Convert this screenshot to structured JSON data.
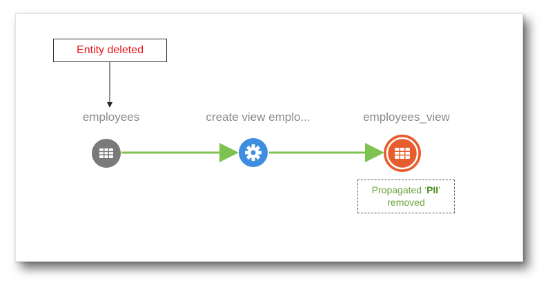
{
  "annotation": {
    "label": "Entity deleted"
  },
  "nodes": [
    {
      "label": "employees",
      "kind": "table",
      "icon": "table-icon",
      "color": "#7a7a7a",
      "status": "deleted"
    },
    {
      "label": "create view emplo...",
      "kind": "process",
      "icon": "gear-icon",
      "color": "#3e8ee0",
      "status": "normal"
    },
    {
      "label": "employees_view",
      "kind": "table",
      "icon": "table-icon",
      "color": "#e85d2e",
      "status": "selected"
    }
  ],
  "propagation_note": {
    "prefix": "Propagated ‘",
    "tag": "PII",
    "suffix": "’",
    "line2": "removed"
  },
  "colors": {
    "edge": "#7ec251",
    "annotation_text": "#e8131b",
    "label_text": "#8a8a8a",
    "note_text": "#6aa33c"
  }
}
